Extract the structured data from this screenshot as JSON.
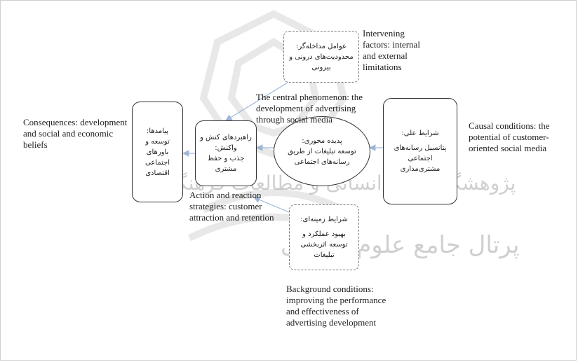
{
  "watermark": {
    "lines": [
      "پرتال جامع علوم انسانی",
      "پژوهشگاه علوم انسانی و مطالعات فرهنگی"
    ]
  },
  "boxes": {
    "intervening": {
      "title": "عوامل مداخله‌گر:",
      "body": "محدودیت‌های درونی و بیرونی"
    },
    "central": {
      "title": "پدیده محوری:",
      "body": "توسعه تبلیغات از طریق رسانه‌های اجتماعی"
    },
    "causal": {
      "title": "شرایط علی:",
      "body": "پتانسیل رسانه‌های اجتماعی مشتری‌مداری"
    },
    "strategies": {
      "title": "راهبردهای کنش و واکنش:",
      "body": "جذب و حفظ مشتری"
    },
    "consequences": {
      "title": "پیامدها:",
      "body": "توسعه و باورهای اجتماعی اقتصادی"
    },
    "background": {
      "title": "شرایط زمینه‌ای:",
      "body": "بهبود عملکرد و توسعه اثربخشی تبلیغات"
    }
  },
  "labels": {
    "intervening": "Intervening\nfactors: internal\nand external\nlimitations",
    "central": "The central phenomenon: the\ndevelopment of advertising\nthrough social media",
    "causal": "Causal conditions: the\npotential of customer-\noriented social media",
    "consequences": "Consequences: development\nand social and economic\nbeliefs",
    "strategies": "Action and reaction\nstrategies: customer\nattraction and retention",
    "background": "Background conditions:\nimproving the performance\nand effectiveness of\nadvertising development"
  },
  "colors": {
    "arrow": "#9fb6d6",
    "border": "#333333"
  }
}
